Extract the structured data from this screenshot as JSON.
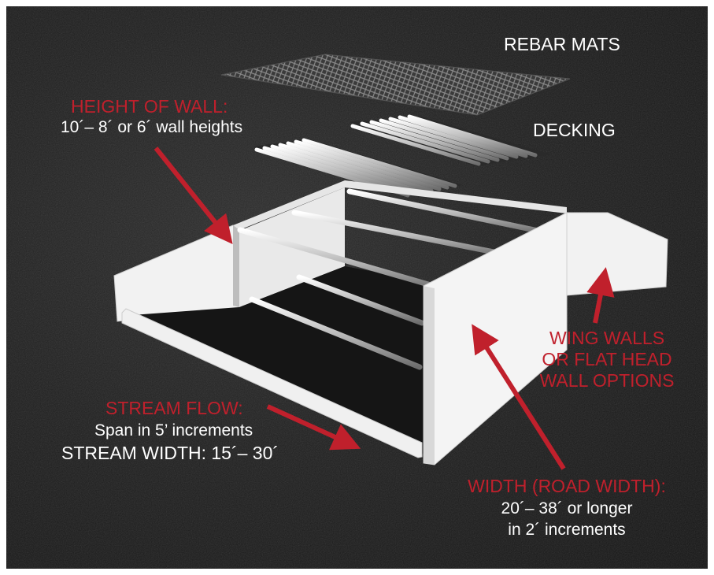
{
  "labels": {
    "rebar_mats": "REBAR MATS",
    "decking": "DECKING",
    "height_title": "HEIGHT OF WALL:",
    "height_detail": "10´– 8´ or 6´ wall heights",
    "wing_line1": "WING WALLS",
    "wing_line2": "OR FLAT HEAD",
    "wing_line3": "WALL OPTIONS",
    "stream_title": "STREAM FLOW:",
    "stream_detail": "Span in 5’ increments",
    "stream_width": "STREAM WIDTH:  15´– 30´",
    "width_title": "WIDTH (ROAD WIDTH):",
    "width_detail1": "20´– 38´ or longer",
    "width_detail2": "in 2´ increments"
  },
  "colors": {
    "background": "#1f1f1f",
    "accent_red": "#c0202c",
    "structure": "#f2f2f2",
    "text": "#ffffff"
  }
}
